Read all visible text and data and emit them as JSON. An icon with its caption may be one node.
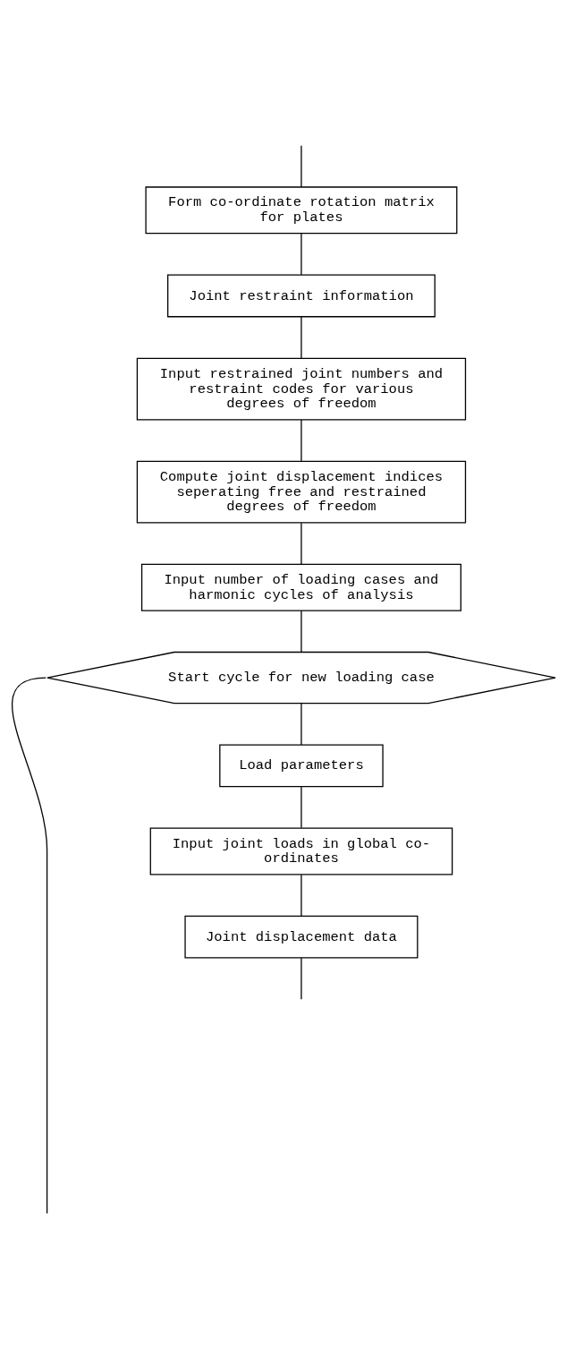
{
  "diagram": {
    "nodes": [
      {
        "text": [
          "Form co-ordinate rotation matrix for plates"
        ]
      },
      {
        "text": [
          "Joint restraint information"
        ]
      },
      {
        "text": [
          "Input restrained joint numbers and restraint codes for various degrees of freedom"
        ]
      },
      {
        "text": [
          "Compute joint displacement indices seperating free and restrained degrees of freedom"
        ]
      },
      {
        "text": [
          "Input number of loading cases and harmonic cycles of analysis"
        ]
      },
      {
        "text": [
          "Start cycle for new loading case"
        ]
      },
      {
        "text": [
          "Load parameters"
        ]
      },
      {
        "text": [
          "Input joint loads in global co-ordinates"
        ]
      },
      {
        "text": [
          "Joint displacement data"
        ]
      }
    ],
    "edges": [
      {
        "from": null,
        "to": 0,
        "arrow": "none"
      },
      {
        "from": 0,
        "to": 1,
        "arrow": "none"
      },
      {
        "from": 1,
        "to": 2,
        "arrow": "none"
      },
      {
        "from": 2,
        "to": 3,
        "arrow": "none"
      },
      {
        "from": 3,
        "to": 4,
        "arrow": "none"
      },
      {
        "from": 4,
        "to": 5,
        "arrow": "none"
      },
      {
        "from": 5,
        "to": 6,
        "arrow": "none"
      },
      {
        "from": 6,
        "to": 7,
        "arrow": "none"
      },
      {
        "from": 7,
        "to": 8,
        "arrow": "none"
      },
      {
        "from": 8,
        "to": null,
        "arrow": "none"
      },
      {
        "from": 5,
        "to": null,
        "arrow": "none"
      }
    ]
  }
}
